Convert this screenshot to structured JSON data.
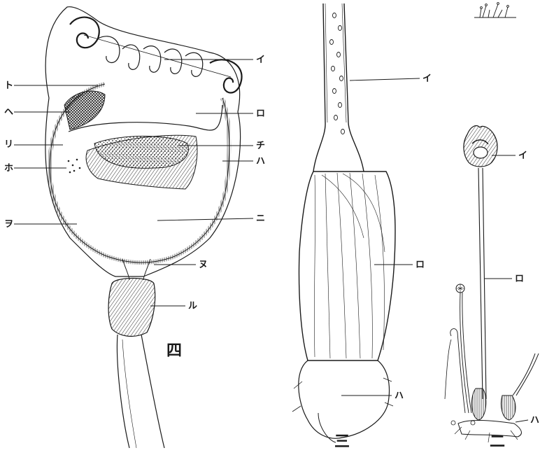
{
  "figure_four": {
    "number": "四",
    "labels": {
      "i": "イ",
      "ro": "ロ",
      "ha": "ハ",
      "ni": "ニ",
      "ho": "ホ",
      "he": "ヘ",
      "to": "ト",
      "chi": "チ",
      "ri": "リ",
      "nu": "ヌ",
      "ru": "ル",
      "wo": "ヲ"
    }
  },
  "figure_three": {
    "number": "三",
    "labels": {
      "i": "イ",
      "ro": "ロ",
      "ha": "ハ"
    }
  },
  "figure_two": {
    "number": "二",
    "labels": {
      "i": "イ",
      "ro": "ロ",
      "ha": "ハ"
    }
  }
}
